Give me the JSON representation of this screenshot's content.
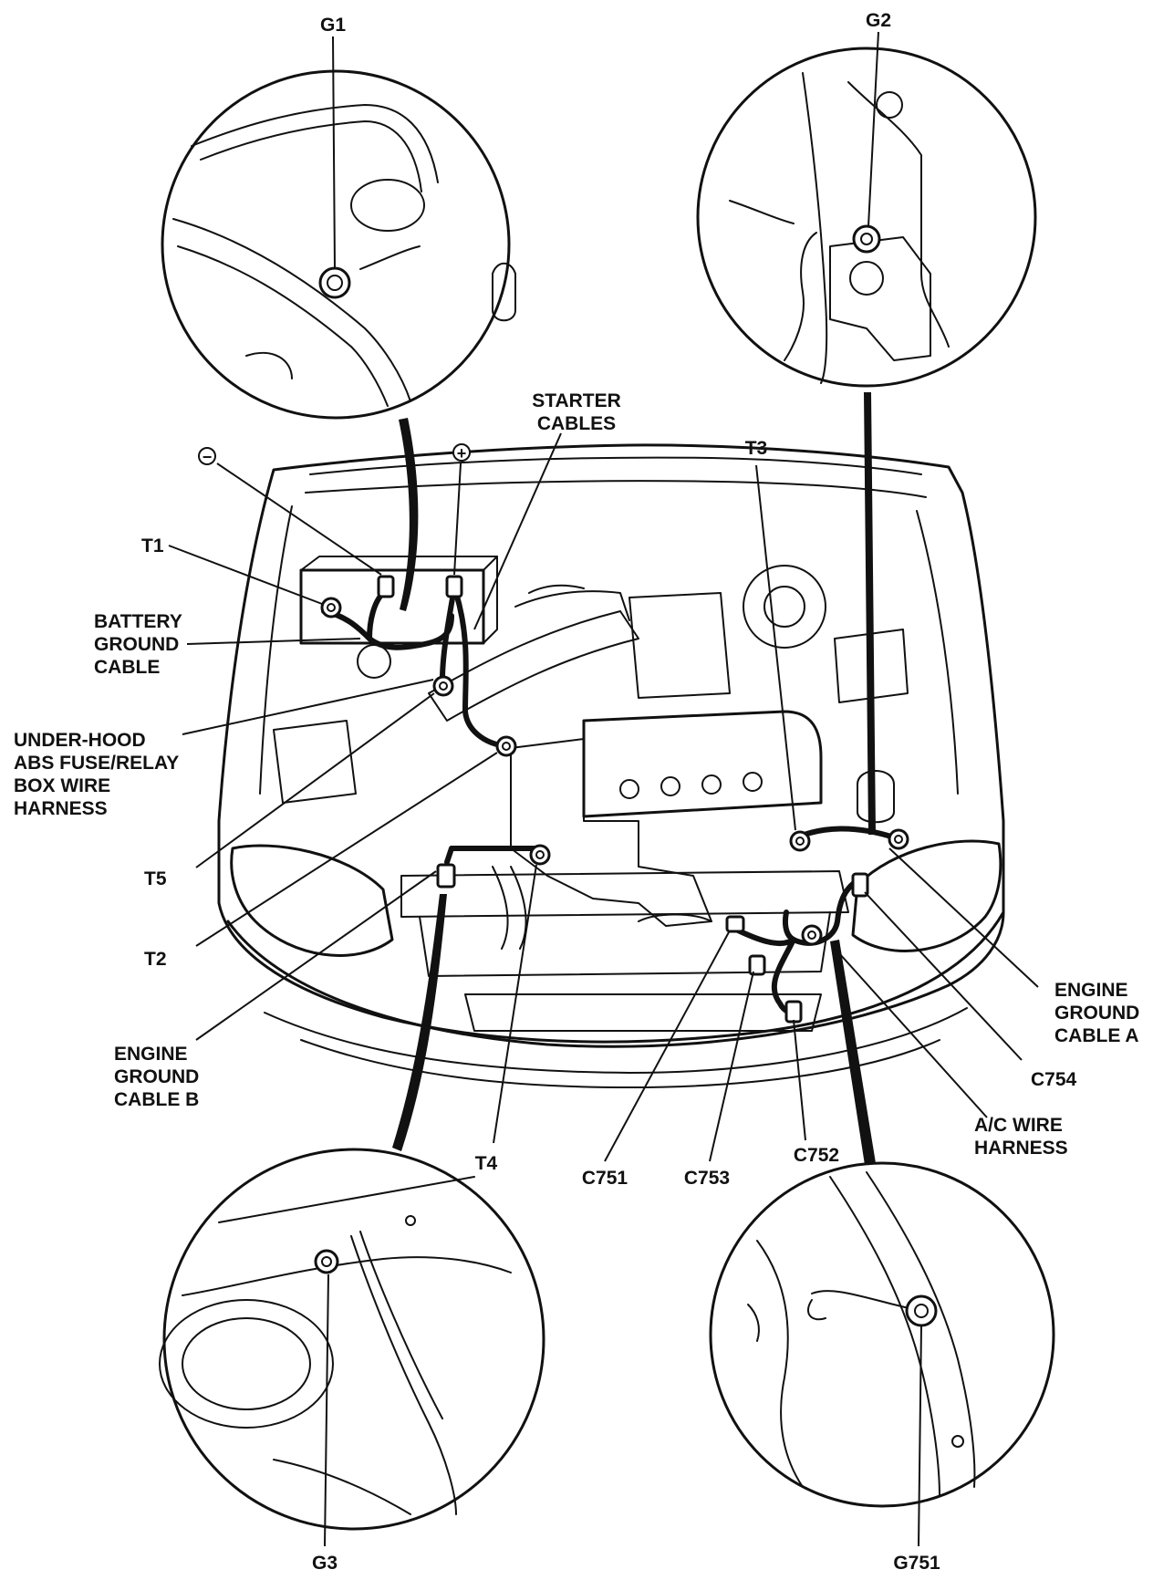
{
  "labels": {
    "g1": "G1",
    "g2": "G2",
    "g3": "G3",
    "g751": "G751",
    "starter_cables_1": "STARTER",
    "starter_cables_2": "CABLES",
    "t1": "T1",
    "t2": "T2",
    "t3": "T3",
    "t4": "T4",
    "t5": "T5",
    "battery_ground_1": "BATTERY",
    "battery_ground_2": "GROUND",
    "battery_ground_3": "CABLE",
    "abs_harness_1": "UNDER-HOOD",
    "abs_harness_2": "ABS FUSE/RELAY",
    "abs_harness_3": "BOX WIRE",
    "abs_harness_4": "HARNESS",
    "engine_ground_a_1": "ENGINE",
    "engine_ground_a_2": "GROUND",
    "engine_ground_a_3": "CABLE A",
    "engine_ground_b_1": "ENGINE",
    "engine_ground_b_2": "GROUND",
    "engine_ground_b_3": "CABLE B",
    "c751": "C751",
    "c752": "C752",
    "c753": "C753",
    "c754": "C754",
    "ac_harness_1": "A/C WIRE",
    "ac_harness_2": "HARNESS",
    "negative": "−",
    "positive": "+"
  }
}
